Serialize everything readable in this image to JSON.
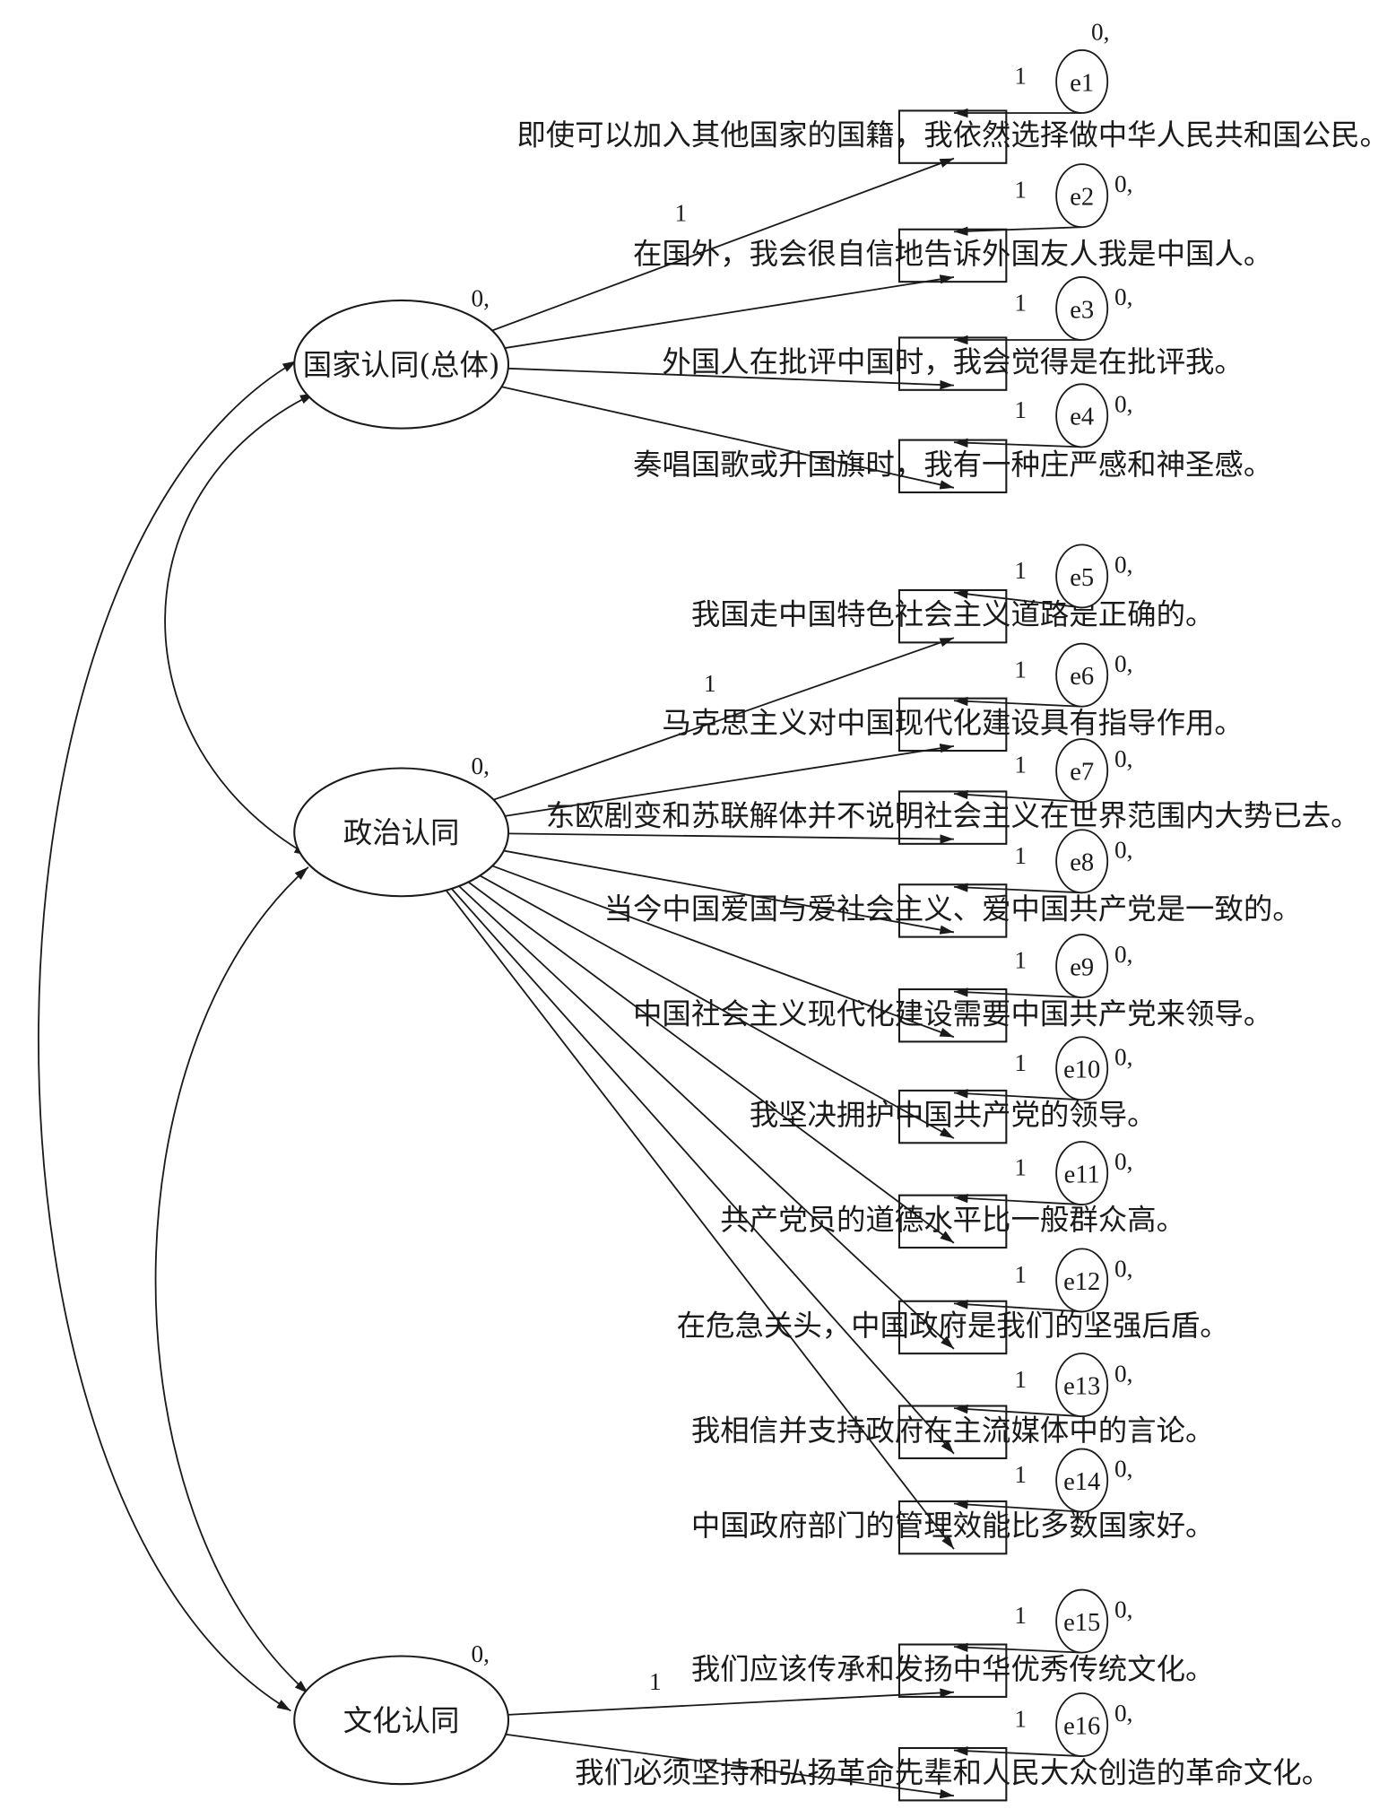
{
  "latents": [
    {
      "label": "国家认同(总体)",
      "variance": "0,"
    },
    {
      "label": "政治认同",
      "variance": "0,"
    },
    {
      "label": "文化认同",
      "variance": "0,"
    }
  ],
  "items": [
    {
      "latent": 0,
      "text": "即使可以加入其他国家的国籍，我依然选择做中华人民共和国公民。",
      "error": "e1",
      "error_variance": "0,",
      "error_loading": "1",
      "loading": "1"
    },
    {
      "latent": 0,
      "text": "在国外，我会很自信地告诉外国友人我是中国人。",
      "error": "e2",
      "error_variance": "0,",
      "error_loading": "1",
      "loading": ""
    },
    {
      "latent": 0,
      "text": "外国人在批评中国时，我会觉得是在批评我。",
      "error": "e3",
      "error_variance": "0,",
      "error_loading": "1",
      "loading": ""
    },
    {
      "latent": 0,
      "text": "奏唱国歌或升国旗时，我有一种庄严感和神圣感。",
      "error": "e4",
      "error_variance": "0,",
      "error_loading": "1",
      "loading": ""
    },
    {
      "latent": 1,
      "text": "我国走中国特色社会主义道路是正确的。",
      "error": "e5",
      "error_variance": "0,",
      "error_loading": "1",
      "loading": "1"
    },
    {
      "latent": 1,
      "text": "马克思主义对中国现代化建设具有指导作用。",
      "error": "e6",
      "error_variance": "0,",
      "error_loading": "1",
      "loading": ""
    },
    {
      "latent": 1,
      "text": "东欧剧变和苏联解体并不说明社会主义在世界范围内大势已去。",
      "error": "e7",
      "error_variance": "0,",
      "error_loading": "1",
      "loading": ""
    },
    {
      "latent": 1,
      "text": "当今中国爱国与爱社会主义、爱中国共产党是一致的。",
      "error": "e8",
      "error_variance": "0,",
      "error_loading": "1",
      "loading": ""
    },
    {
      "latent": 1,
      "text": "中国社会主义现代化建设需要中国共产党来领导。",
      "error": "e9",
      "error_variance": "0,",
      "error_loading": "1",
      "loading": ""
    },
    {
      "latent": 1,
      "text": "我坚决拥护中国共产党的领导。",
      "error": "e10",
      "error_variance": "0,",
      "error_loading": "1",
      "loading": ""
    },
    {
      "latent": 1,
      "text": "共产党员的道德水平比一般群众高。",
      "error": "e11",
      "error_variance": "0,",
      "error_loading": "1",
      "loading": ""
    },
    {
      "latent": 1,
      "text": "在危急关头，中国政府是我们的坚强后盾。",
      "error": "e12",
      "error_variance": "0,",
      "error_loading": "1",
      "loading": ""
    },
    {
      "latent": 1,
      "text": "我相信并支持政府在主流媒体中的言论。",
      "error": "e13",
      "error_variance": "0,",
      "error_loading": "1",
      "loading": ""
    },
    {
      "latent": 1,
      "text": "中国政府部门的管理效能比多数国家好。",
      "error": "e14",
      "error_variance": "0,",
      "error_loading": "1",
      "loading": ""
    },
    {
      "latent": 2,
      "text": "我们应该传承和发扬中华优秀传统文化。",
      "error": "e15",
      "error_variance": "0,",
      "error_loading": "1",
      "loading": "1"
    },
    {
      "latent": 2,
      "text": "我们必须坚持和弘扬革命先辈和人民大众创造的革命文化。",
      "error": "e16",
      "error_variance": "0,",
      "error_loading": "1",
      "loading": ""
    }
  ]
}
